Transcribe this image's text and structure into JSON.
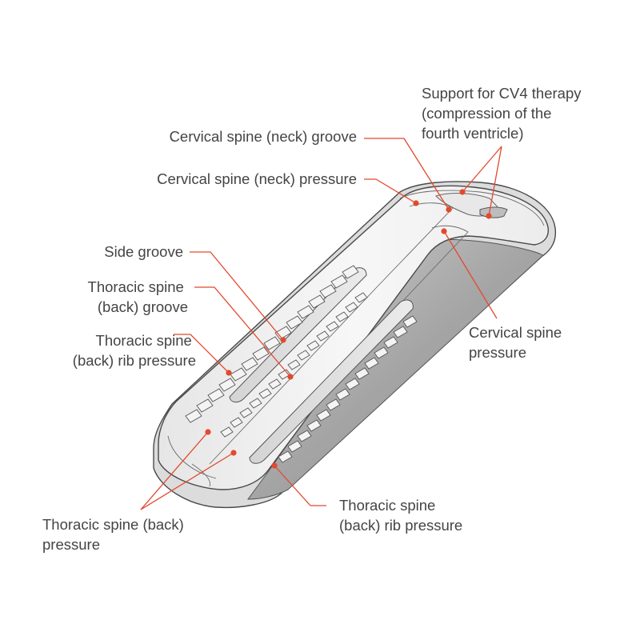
{
  "labels": {
    "cv4_support": [
      "Support for CV4 therapy",
      "(compression of the",
      "fourth ventricle)"
    ],
    "neck_groove": [
      "Cervical spine (neck) groove"
    ],
    "neck_pressure": [
      "Cervical spine (neck) pressure"
    ],
    "side_groove": [
      "Side groove"
    ],
    "thoracic_groove": [
      "Thoracic spine",
      "(back) groove"
    ],
    "thoracic_rib_left": [
      "Thoracic spine",
      "(back) rib pressure"
    ],
    "cervical_pressure": [
      "Cervical spine",
      "pressure"
    ],
    "thoracic_rib_right": [
      "Thoracic spine",
      "(back) rib pressure"
    ],
    "thoracic_pressure": [
      "Thoracic spine (back)",
      "pressure"
    ]
  },
  "colors": {
    "leader": "#e2492e",
    "text": "#444444",
    "body_light": "#f2f2f2",
    "body_shadow": "#a9a9a9"
  }
}
